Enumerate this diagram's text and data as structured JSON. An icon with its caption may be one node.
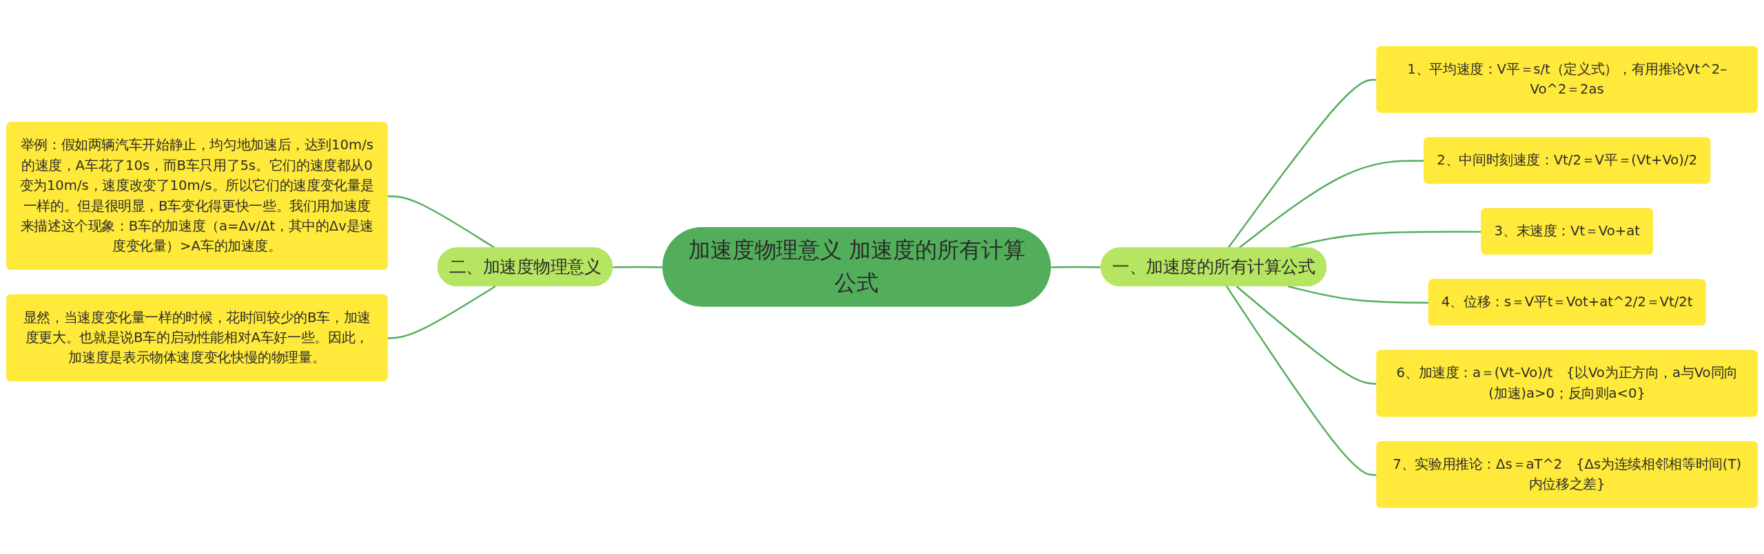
{
  "diagram": {
    "nodes": [
      {
        "text": [
          "加速度物理意义 加速度的所有计算公式"
        ]
      },
      {
        "text": [
          "二、加速度物理意义"
        ]
      },
      {
        "text": [
          "举例：假如两辆汽车开始静止，均匀地加速后，达到10m/s的速度，A车花了10s，而B车只用了5s。它们的速度都从0变为10m/s，速度改变了10m/s。所以它们的速度变化量是一样的。但是很明显，B车变化得更快一些。我们用加速度来描述这个现象：B车的加速度（a=Δv/Δt，其中的Δv是速度变化量）>A车的加速度。"
        ]
      },
      {
        "text": [
          "显然，当速度变化量一样的时候，花时间较少的B车，加速度更大。也就是说B车的启动性能相对A车好一些。因此，加速度是表示物体速度变化快慢的物理量。"
        ]
      },
      {
        "text": [
          "一、加速度的所有计算公式"
        ]
      },
      {
        "text": [
          "1、平均速度：V平＝s/t（定义式），有用推论Vt^2–Vo^2＝2as"
        ]
      },
      {
        "text": [
          "2、中间时刻速度：Vt/2＝V平＝(Vt+Vo)/2"
        ]
      },
      {
        "text": [
          "3、末速度：Vt＝Vo+at"
        ]
      },
      {
        "text": [
          "4、位移：s＝V平t＝Vot+at^2/2＝Vt/2t"
        ]
      },
      {
        "text": [
          "6、加速度：a＝(Vt–Vo)/t　{以Vo为正方向，a与Vo同向(加速)a>0；反向则a<0}"
        ]
      },
      {
        "text": [
          "7、实验用推论：Δs＝aT^2　{Δs为连续相邻相等时间(T)内位移之差}"
        ]
      }
    ],
    "edges": [
      {
        "from": 0,
        "to": 1,
        "arrow": "none"
      },
      {
        "from": 1,
        "to": 2,
        "arrow": "none"
      },
      {
        "from": 1,
        "to": 3,
        "arrow": "none"
      },
      {
        "from": 0,
        "to": 4,
        "arrow": "none"
      },
      {
        "from": 4,
        "to": 5,
        "arrow": "none"
      },
      {
        "from": 4,
        "to": 6,
        "arrow": "none"
      },
      {
        "from": 4,
        "to": 7,
        "arrow": "none"
      },
      {
        "from": 4,
        "to": 8,
        "arrow": "none"
      },
      {
        "from": 4,
        "to": 9,
        "arrow": "none"
      },
      {
        "from": 4,
        "to": 10,
        "arrow": "none"
      }
    ]
  }
}
